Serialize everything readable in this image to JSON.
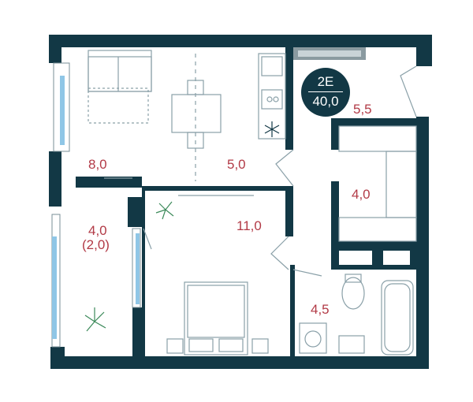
{
  "apartment": {
    "type_label": "2E",
    "total_area": "40,0"
  },
  "rooms": [
    {
      "id": "kitchen-living",
      "area": "8,0"
    },
    {
      "id": "dining",
      "area": "5,0"
    },
    {
      "id": "hall",
      "area": "5,5"
    },
    {
      "id": "wardrobe",
      "area": "4,0"
    },
    {
      "id": "bedroom",
      "area": "11,0"
    },
    {
      "id": "balcony",
      "area": "4,0",
      "sub_area": "(2,0)"
    },
    {
      "id": "bathroom",
      "area": "4,5"
    }
  ],
  "colors": {
    "wall": "#123845",
    "label": "#b23a46",
    "furniture": "#8aa0a8",
    "window": "#8fc6e6",
    "plant": "#3c8a5a"
  }
}
